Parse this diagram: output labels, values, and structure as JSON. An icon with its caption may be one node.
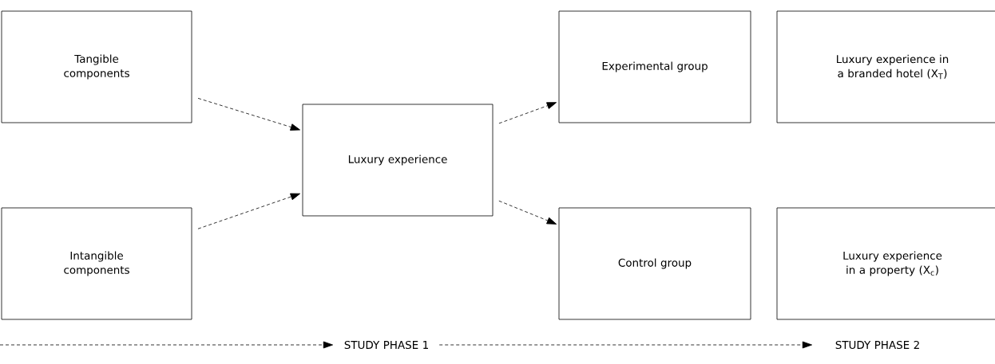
{
  "diagram": {
    "nodes": [
      {
        "text": [
          "Tangible components"
        ]
      },
      {
        "text": [
          "Intangible components"
        ]
      },
      {
        "text": [
          "Luxury experience"
        ]
      },
      {
        "text": [
          "Experimental group"
        ]
      },
      {
        "text": [
          "Control group"
        ]
      },
      {
        "text": [
          "Luxury experience in a branded hotel (X$_{T}$)"
        ]
      },
      {
        "text": [
          "Luxury experience in a property (X$_{c}$)"
        ]
      },
      {
        "text": [
          "STUDY PHASE 1"
        ]
      },
      {
        "text": [
          "STUDY PHASE 2"
        ]
      }
    ],
    "edges": [
      {
        "from": 0,
        "to": 2,
        "arrow": "to",
        "style": "dashed"
      },
      {
        "from": 1,
        "to": 2,
        "arrow": "to",
        "style": "dashed"
      },
      {
        "from": 2,
        "to": 3,
        "arrow": "to",
        "style": "dashed"
      },
      {
        "from": 2,
        "to": 4,
        "arrow": "to",
        "style": "dashed"
      },
      {
        "from": null,
        "to": 7,
        "arrow": "to",
        "style": "dashed"
      },
      {
        "from": 7,
        "to": 8,
        "arrow": "to",
        "style": "dashed"
      }
    ]
  }
}
